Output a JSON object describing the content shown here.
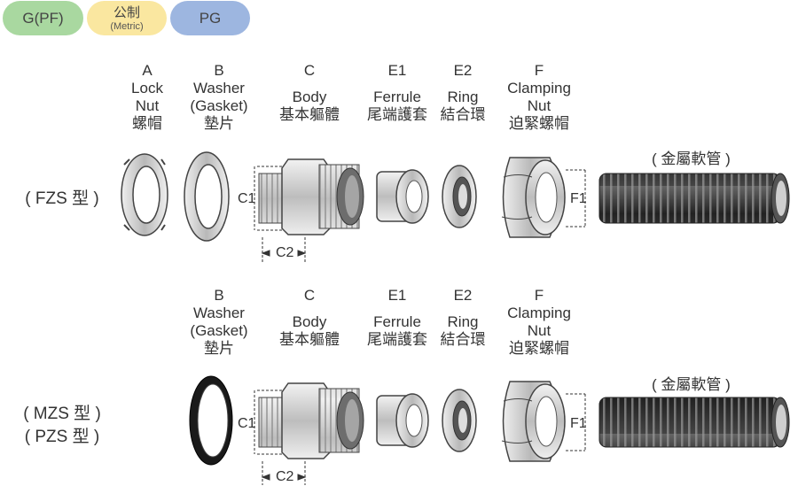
{
  "tabs": [
    {
      "label": "G(PF)",
      "sub": "",
      "color": "#a9d8a0"
    },
    {
      "label": "公制",
      "sub": "(Metric)",
      "color": "#fae7a0"
    },
    {
      "label": "PG",
      "sub": "",
      "color": "#9db6e0"
    }
  ],
  "row1": {
    "type_label": "( FZS 型 )",
    "parts": [
      {
        "letter": "A",
        "en1": "Lock",
        "en2": "Nut",
        "zh": "螺帽"
      },
      {
        "letter": "B",
        "en1": "Washer",
        "en2": "(Gasket)",
        "zh": "墊片"
      },
      {
        "letter": "C",
        "en1": "",
        "en2": "Body",
        "zh": "基本軀體"
      },
      {
        "letter": "E1",
        "en1": "",
        "en2": "Ferrule",
        "zh": "尾端護套"
      },
      {
        "letter": "E2",
        "en1": "",
        "en2": "Ring",
        "zh": "結合環"
      },
      {
        "letter": "F",
        "en1": "Clamping",
        "en2": "Nut",
        "zh": "迫緊螺帽"
      }
    ],
    "hose_label": "( 金屬軟管 )",
    "dims": {
      "c1": "C1",
      "c2": "C2",
      "f1": "F1"
    }
  },
  "row2": {
    "type_label_1": "( MZS 型 )",
    "type_label_2": "( PZS 型 )",
    "parts": [
      {
        "letter": "B",
        "en1": "Washer",
        "en2": "(Gasket)",
        "zh": "墊片"
      },
      {
        "letter": "C",
        "en1": "",
        "en2": "Body",
        "zh": "基本軀體"
      },
      {
        "letter": "E1",
        "en1": "",
        "en2": "Ferrule",
        "zh": "尾端護套"
      },
      {
        "letter": "E2",
        "en1": "",
        "en2": "Ring",
        "zh": "結合環"
      },
      {
        "letter": "F",
        "en1": "Clamping",
        "en2": "Nut",
        "zh": "迫緊螺帽"
      }
    ],
    "hose_label": "( 金屬軟管 )",
    "dims": {
      "c1": "C1",
      "c2": "C2",
      "f1": "F1"
    }
  }
}
